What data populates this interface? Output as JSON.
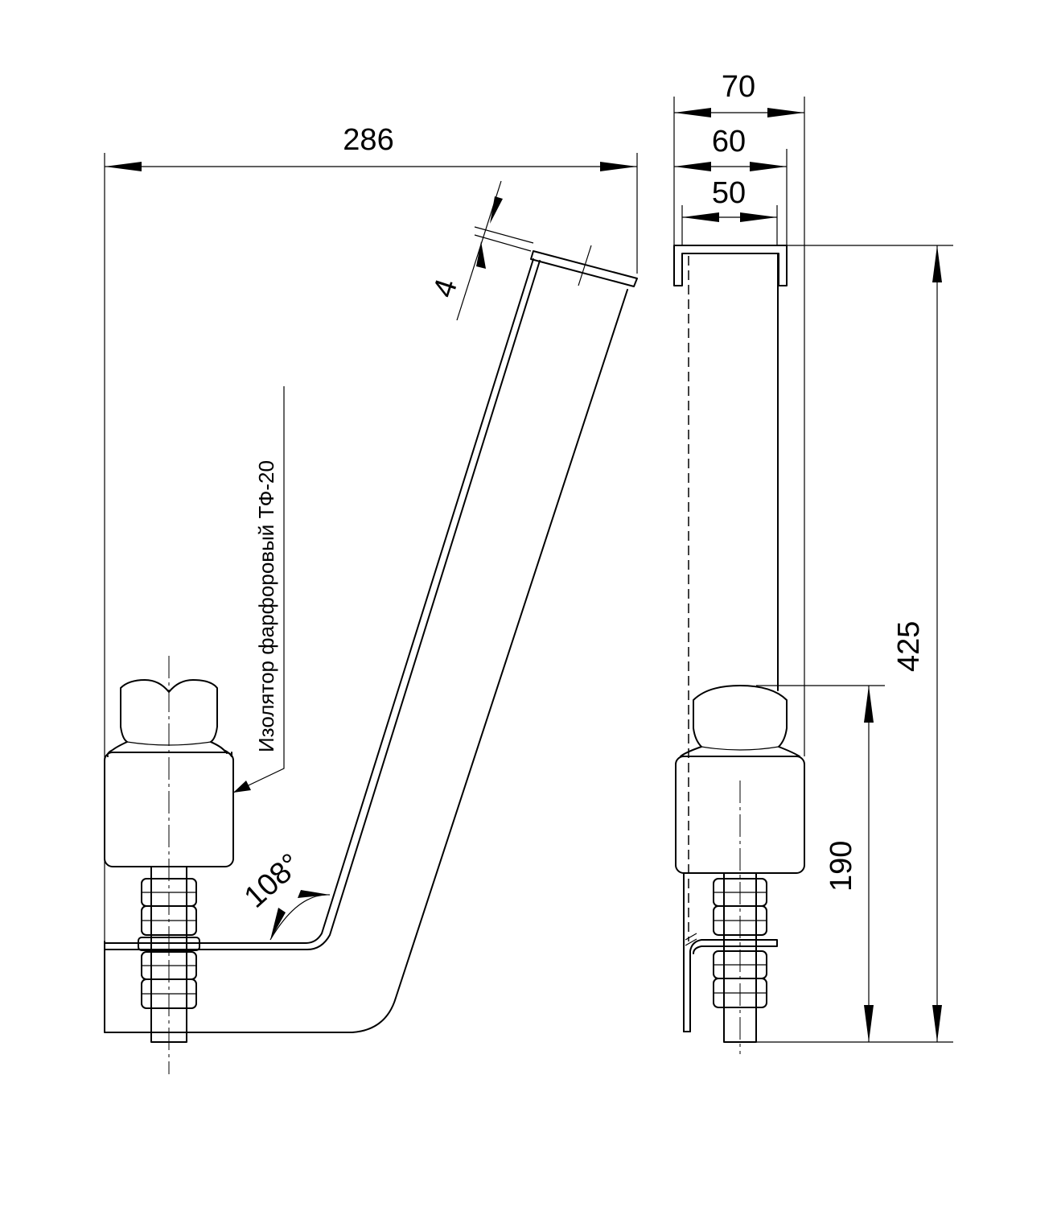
{
  "dimensions": {
    "width_total": "286",
    "thickness": "4",
    "angle": "108°",
    "side_width_outer": "70",
    "side_width_mid": "60",
    "side_width_inner": "50",
    "height_total": "425",
    "height_lower": "190"
  },
  "labels": {
    "insulator": "Изолятор фарфоровый ТФ-20"
  }
}
